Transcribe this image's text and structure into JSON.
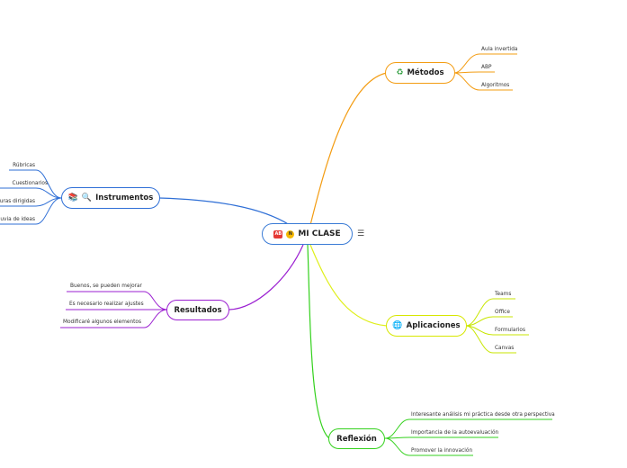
{
  "central": {
    "title": "MI CLASE",
    "badge_red_text": "AB",
    "badge_yellow_text": "N",
    "menu_glyph": "☰"
  },
  "branches": {
    "metodos": {
      "label": "Métodos",
      "icon": "♻",
      "color": "#f39c12",
      "items": [
        "Aula invertida",
        "ABP",
        "Algoritmos"
      ]
    },
    "aplicaciones": {
      "label": "Aplicaciones",
      "icon": "🌐",
      "color": "#c8e600",
      "items": [
        "Teams",
        "Office",
        "Formularios",
        "Canvas"
      ]
    },
    "reflexion": {
      "label": "Reflexión",
      "color": "#33d11c",
      "items": [
        "Interesante análisis mi práctica desde otra perspectiva",
        "Importancia de la autoevaluación",
        "Promover la innovación"
      ]
    },
    "resultados": {
      "label": "Resultados",
      "color": "#9b1fd1",
      "items": [
        "Buenos, se pueden mejorar",
        "Es necesario realizar ajustes",
        "Modificaré algunos elementos"
      ]
    },
    "instrumentos": {
      "label": "Instrumentos",
      "icon_book": "📚",
      "icon_search": "🔍",
      "color": "#2f6fd6",
      "items": [
        "Rúbricas",
        "Cuestionarios",
        "Lecturas dirigidas",
        "Lluvia de ideas"
      ]
    }
  }
}
